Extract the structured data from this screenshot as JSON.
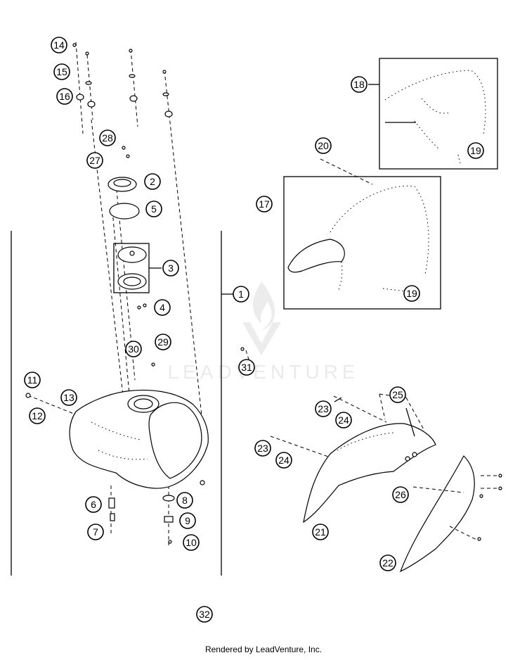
{
  "watermark": {
    "text": "LEADVENTURE"
  },
  "footer": {
    "text": "Rendered by LeadVenture, Inc."
  },
  "callouts": [
    {
      "id": "c14",
      "label": "14"
    },
    {
      "id": "c15",
      "label": "15"
    },
    {
      "id": "c16",
      "label": "16"
    },
    {
      "id": "c28",
      "label": "28"
    },
    {
      "id": "c27",
      "label": "27"
    },
    {
      "id": "c2",
      "label": "2"
    },
    {
      "id": "c5",
      "label": "5"
    },
    {
      "id": "c3",
      "label": "3"
    },
    {
      "id": "c4",
      "label": "4"
    },
    {
      "id": "c30",
      "label": "30"
    },
    {
      "id": "c29",
      "label": "29"
    },
    {
      "id": "c1",
      "label": "1"
    },
    {
      "id": "c11",
      "label": "11"
    },
    {
      "id": "c13",
      "label": "13"
    },
    {
      "id": "c12",
      "label": "12"
    },
    {
      "id": "c6",
      "label": "6"
    },
    {
      "id": "c7",
      "label": "7"
    },
    {
      "id": "c8",
      "label": "8"
    },
    {
      "id": "c9",
      "label": "9"
    },
    {
      "id": "c10",
      "label": "10"
    },
    {
      "id": "c32",
      "label": "32"
    },
    {
      "id": "c18",
      "label": "18"
    },
    {
      "id": "c19a",
      "label": "19"
    },
    {
      "id": "c20",
      "label": "20"
    },
    {
      "id": "c17",
      "label": "17"
    },
    {
      "id": "c19b",
      "label": "19"
    },
    {
      "id": "c31",
      "label": "31"
    },
    {
      "id": "c25",
      "label": "25"
    },
    {
      "id": "c23a",
      "label": "23"
    },
    {
      "id": "c24a",
      "label": "24"
    },
    {
      "id": "c23b",
      "label": "23"
    },
    {
      "id": "c24b",
      "label": "24"
    },
    {
      "id": "c26",
      "label": "26"
    },
    {
      "id": "c21",
      "label": "21"
    },
    {
      "id": "c22",
      "label": "22"
    }
  ]
}
